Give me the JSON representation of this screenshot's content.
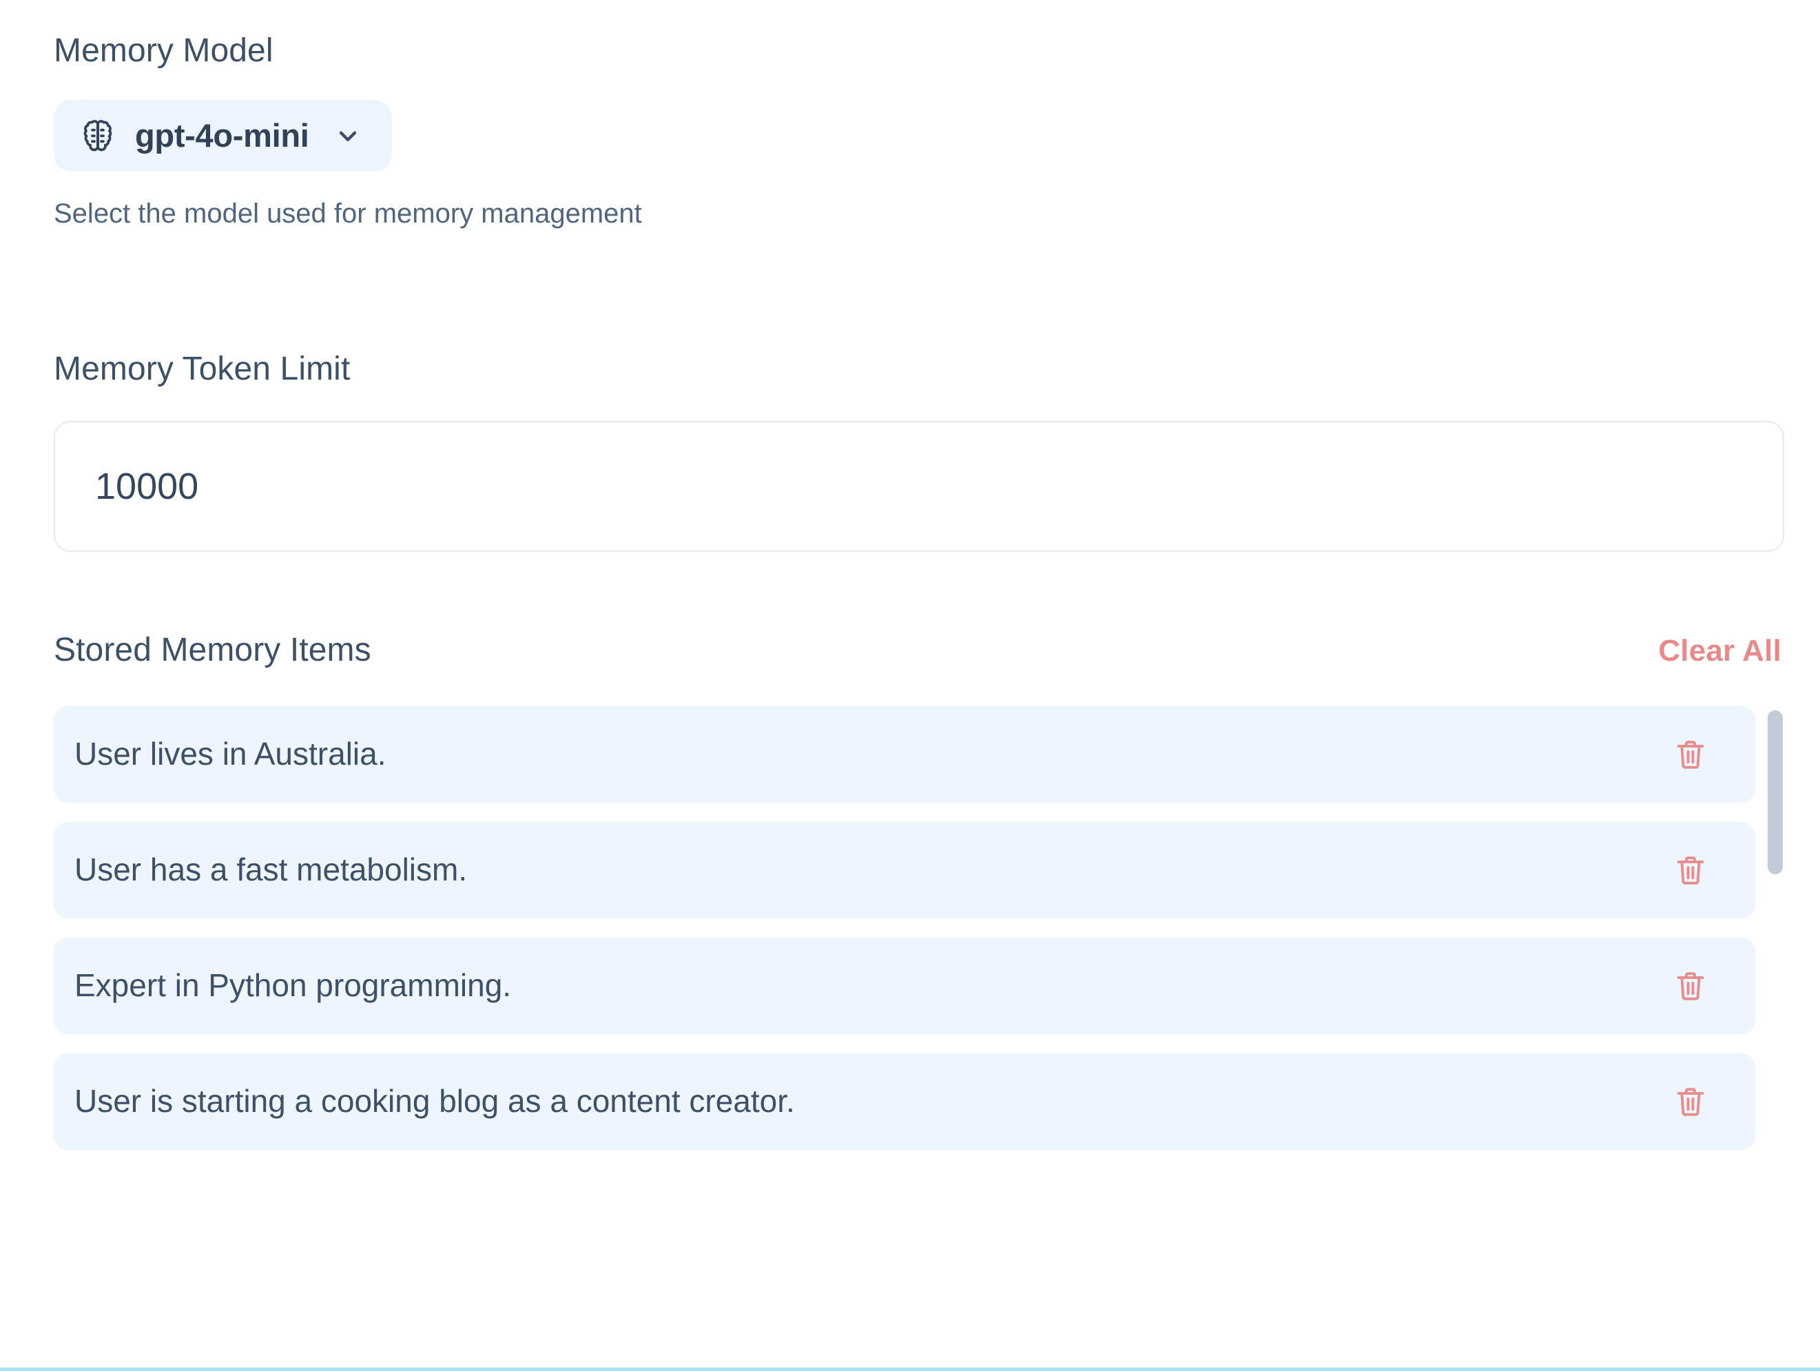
{
  "memory_model": {
    "label": "Memory Model",
    "selected_value": "gpt-4o-mini",
    "icon": "brain-icon",
    "chevron": "chevron-down-icon",
    "help_text": "Select the model used for memory management"
  },
  "token_limit": {
    "label": "Memory Token Limit",
    "value": "10000",
    "placeholder": "10000"
  },
  "stored_memory": {
    "label": "Stored Memory Items",
    "clear_all_label": "Clear All",
    "delete_icon": "trash-icon",
    "items": [
      {
        "text": "User lives in Australia."
      },
      {
        "text": "User has a fast metabolism."
      },
      {
        "text": "Expert in Python programming."
      },
      {
        "text": "User is starting a cooking blog as a content creator."
      }
    ]
  },
  "colors": {
    "text_primary": "#3c5068",
    "text_strong": "#2f4258",
    "pill_background": "#eef4fb",
    "row_background": "#eff5fd",
    "danger": "#e98a8a",
    "input_border": "#e8eaee",
    "scrollbar_thumb": "#c3cbd6",
    "bottom_divider": "#a8e3ef"
  }
}
